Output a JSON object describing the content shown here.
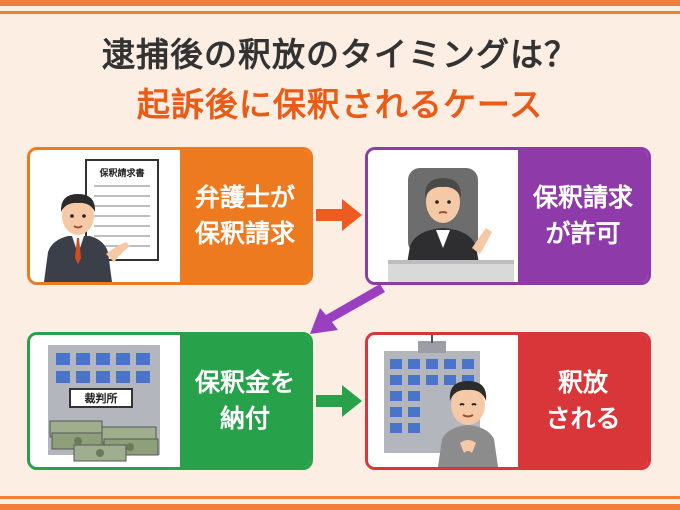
{
  "title": {
    "line1": "逮捕後の釈放のタイミングは？",
    "line2": "起訴後に保釈されるケース"
  },
  "steps": [
    {
      "line1": "弁護士が",
      "line2": "保釈請求",
      "color": "#ee7a1f",
      "illustration_text": "保釈請求書"
    },
    {
      "line1": "保釈請求",
      "line2": "が許可",
      "color": "#8e3aa9"
    },
    {
      "line1": "保釈金を",
      "line2": "納付",
      "color": "#27a14a",
      "illustration_text": "裁判所"
    },
    {
      "line1": "釈放",
      "line2": "される",
      "color": "#d9363a"
    }
  ],
  "colors": {
    "background": "#fdeee3",
    "accent": "#f07f3c",
    "arrow_orange": "#ee5a1f",
    "arrow_purple": "#9a3fc0",
    "arrow_green": "#27a14a"
  }
}
